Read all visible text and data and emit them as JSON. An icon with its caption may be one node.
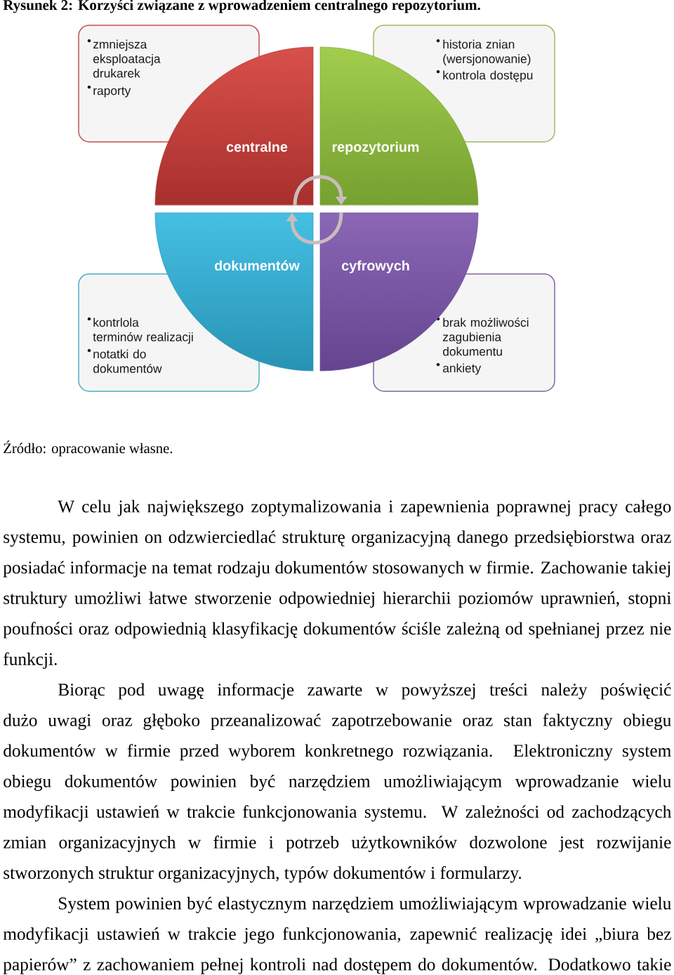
{
  "diagram": {
    "title": "Rysunek 2: Korzyści związane z wprowadzeniem centralnego repozytorium.",
    "nodes": [
      {
        "text": [
          "zmniejsza eksploatacja drukarek",
          "raporty"
        ]
      },
      {
        "text": [
          "historia znian (wersjonowanie)",
          "kontrola dostępu"
        ]
      },
      {
        "text": [
          "centralne"
        ]
      },
      {
        "text": [
          "repozytorium"
        ]
      },
      {
        "text": [
          "dokumentów"
        ]
      },
      {
        "text": [
          "cyfrowych"
        ]
      },
      {
        "text": [
          "kontrlola terminów realizacji",
          "notatki do dokumentów"
        ]
      },
      {
        "text": [
          "brak możliwości zagubienia dokumentu",
          "ankiety"
        ]
      }
    ],
    "edges": [
      {
        "from": 2,
        "to": 3,
        "arrow": "to"
      },
      {
        "from": 5,
        "to": 4,
        "arrow": "to"
      }
    ],
    "caption": "Źródło: opracowanie własne.",
    "labels": [
      "W celu jak największego zoptymalizowania i zapewnienia poprawnej pracy całego systemu, powinien on odzwierciedlać strukturę organizacyjną danego przedsiębiorstwa oraz posiadać informacje na temat rodzaju dokumentów stosowanych w firmie. Zachowanie takiej struktury umożliwi łatwe stworzenie odpowiedniej hierarchii poziomów uprawnień, stopni poufności oraz odpowiednią klasyfikację dokumentów ściśle zależną od spełnianej przez nie funkcji.",
      "Biorąc pod uwagę informacje zawarte w powyższej treści należy poświęcić dużo uwagi oraz głęboko przeanalizować zapotrzebowanie oraz stan faktyczny obiegu dokumentów w firmie przed wyborem konkretnego rozwiązania. Elektroniczny system obiegu dokumentów powinien być narzędziem umożliwiającym wprowadzanie wielu modyfikacji ustawień w trakcie funkcjonowania systemu. W zależności od zachodzących zmian organizacyjnych w firmie i potrzeb użytkowników dozwolone jest rozwijanie stworzonych struktur organizacyjnych, typów dokumentów i formularzy.",
      "System powinien być elastycznym narzędziem umożliwiającym wprowadzanie wielu modyfikacji ustawień w trakcie jego funkcjonowania, zapewnić realizację idei „biura bez papierów” z zachowaniem pełnej kontroli nad dostępem do dokumentów. Dodatkowo takie"
    ]
  }
}
